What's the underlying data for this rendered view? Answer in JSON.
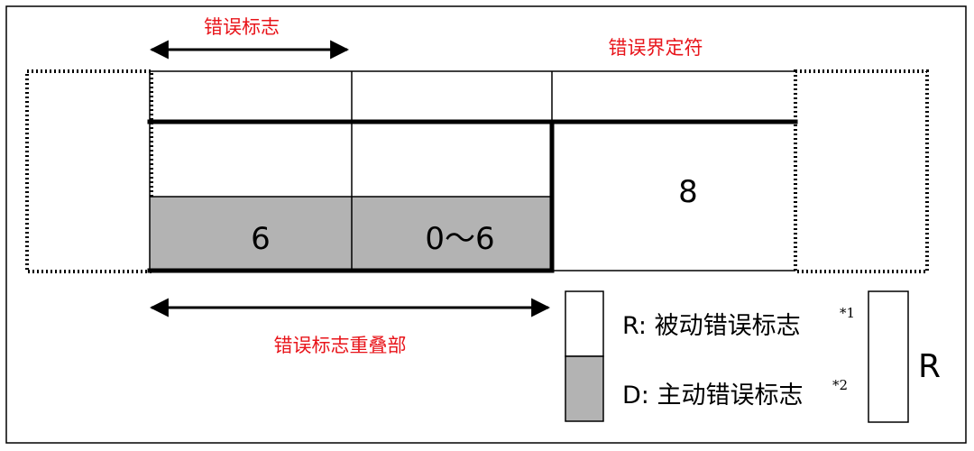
{
  "labels": {
    "error_flag": "错误标志",
    "error_delimiter": "错误界定符",
    "overlap": "错误标志重叠部"
  },
  "cells": {
    "col1_value": "6",
    "col2_value": "0～6",
    "delimiter_value": "8"
  },
  "legend": {
    "passive_prefix": "R: ",
    "passive_text": "被动错误标志",
    "passive_note": "*1",
    "active_prefix": "D: ",
    "active_text": "主动错误标志",
    "active_note": "*2",
    "receiver_label": "R"
  },
  "colors": {
    "label_red": "#e8141a",
    "active_fill": "#b3b3b3",
    "line": "#000000"
  }
}
